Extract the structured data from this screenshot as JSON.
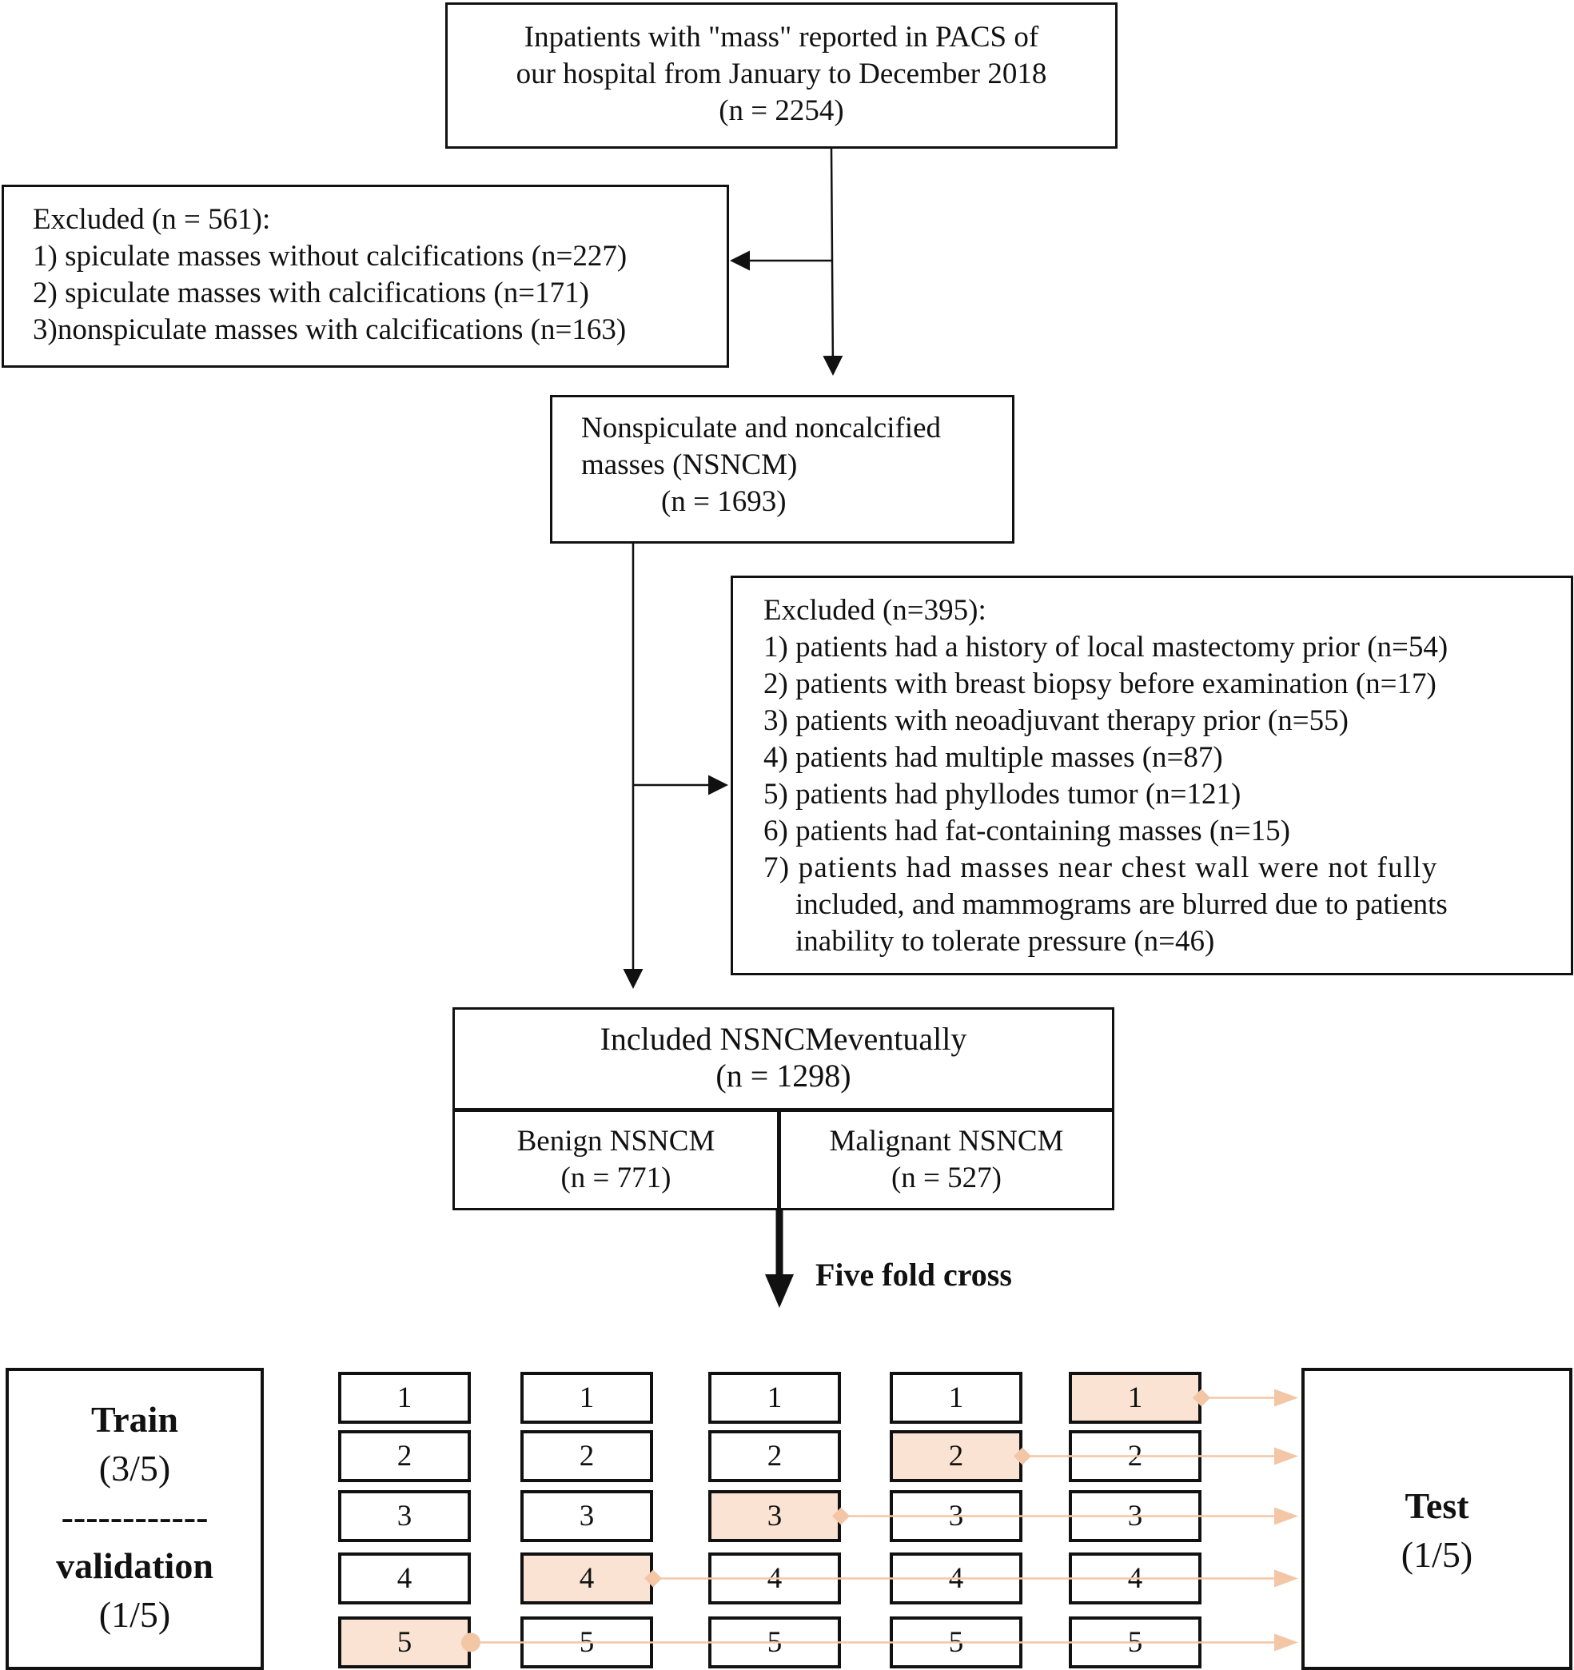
{
  "top_box": {
    "lines": [
      "Inpatients with \"mass\" reported in PACS of",
      "our hospital from January to December 2018",
      "(n = 2254)"
    ]
  },
  "exclusion_1": {
    "lines": [
      "Excluded (n = 561):",
      "1) spiculate masses without calcifications (n=227)",
      "2) spiculate masses with calcifications (n=171)",
      "3)nonspiculate masses with calcifications (n=163)"
    ]
  },
  "nsncm_box": {
    "lines": [
      "Nonspiculate and noncalcified",
      "masses (NSNCM)",
      "(n = 1693)"
    ]
  },
  "exclusion_2": {
    "lines": [
      "Excluded (n=395):",
      "1) patients had a history of local mastectomy prior (n=54)",
      "2) patients with breast biopsy before examination (n=17)",
      "3) patients with neoadjuvant therapy prior (n=55)",
      "4) patients had multiple masses (n=87)",
      "5) patients had phyllodes tumor (n=121)",
      "6) patients had fat-containing masses (n=15)",
      "7) patients had masses near chest wall were not fully",
      "included, and mammograms are blurred due to patients",
      "inability to tolerate pressure (n=46)"
    ]
  },
  "included_box": {
    "title_lines": [
      "Included NSNCMeventually",
      "(n = 1298)"
    ],
    "benign_lines": [
      "Benign NSNCM",
      "(n = 771)"
    ],
    "malignant_lines": [
      "Malignant NSNCM",
      "(n = 527)"
    ]
  },
  "five_fold_label": "Five fold cross",
  "train_box": {
    "lines": [
      "Train",
      "(3/5)",
      "------------",
      "validation",
      "(1/5)"
    ]
  },
  "test_box": {
    "lines": [
      "Test",
      "(1/5)"
    ]
  },
  "folds": {
    "column_labels": [
      [
        "1",
        "2",
        "3",
        "4",
        "5"
      ],
      [
        "1",
        "2",
        "3",
        "4",
        "5"
      ],
      [
        "1",
        "2",
        "3",
        "4",
        "5"
      ],
      [
        "1",
        "2",
        "3",
        "4",
        "5"
      ],
      [
        "1",
        "2",
        "3",
        "4",
        "5"
      ]
    ],
    "test_fold_per_column": [
      5,
      4,
      3,
      2,
      1
    ]
  },
  "colors": {
    "line": "#111111",
    "highlight_fill": "#fae3d3",
    "test_arrow": "#f3c6a6"
  }
}
